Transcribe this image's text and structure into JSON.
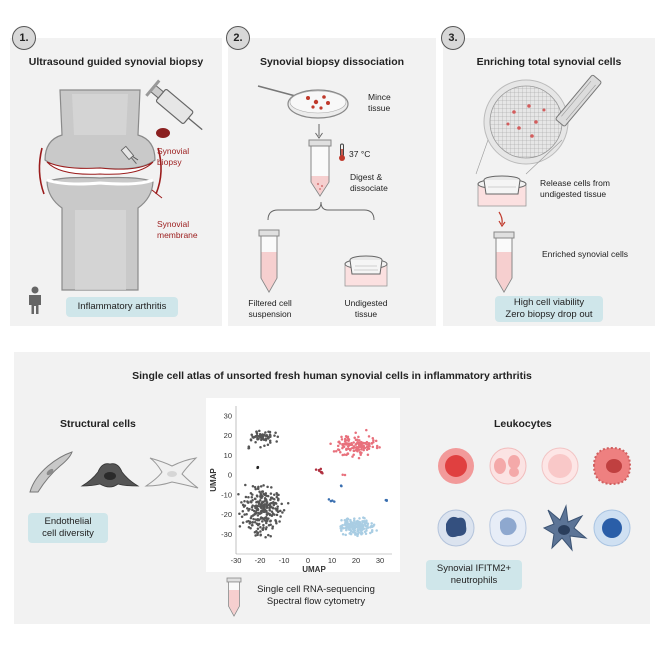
{
  "panel1": {
    "number": "1.",
    "title": "Ultrasound guided synovial biopsy",
    "biopsy_label": [
      "Synovial",
      "biopsy"
    ],
    "membrane_label": [
      "Synovial",
      "membrane"
    ],
    "pill": "Inflammatory arthritis",
    "person_icon": "person-icon"
  },
  "panel2": {
    "number": "2.",
    "title": "Synovial biopsy dissociation",
    "mince_label": [
      "Mince",
      "tissue"
    ],
    "temp_label": "37 °C",
    "digest_label": [
      "Digest &",
      "dissociate"
    ],
    "filtered_label": [
      "Filtered cell",
      "suspension"
    ],
    "undigested_label": [
      "Undigested",
      "tissue"
    ]
  },
  "panel3": {
    "number": "3.",
    "title": "Enriching total synovial cells",
    "release_label": [
      "Release cells from",
      "undigested tissue"
    ],
    "enriched_label": "Enriched synovial cells",
    "pill": [
      "High cell viability",
      "Zero biopsy drop out"
    ]
  },
  "panel4": {
    "title": "Single cell atlas of unsorted fresh human synovial cells in inflammatory arthritis",
    "structural_title": "Structural cells",
    "structural_pill": [
      "Endothelial",
      "cell diversity"
    ],
    "leukocytes_title": "Leukocytes",
    "leukocytes_pill": [
      "Synovial IFITM2+",
      "neutrophils"
    ],
    "methods": [
      "Single cell RNA-sequencing",
      "Spectral flow cytometry"
    ]
  },
  "chart_data": {
    "type": "scatter",
    "xlabel": "UMAP",
    "ylabel": "UMAP",
    "xlim": [
      -30,
      35
    ],
    "ylim": [
      -40,
      35
    ],
    "xticks": [
      -30,
      -20,
      -10,
      0,
      10,
      20,
      30
    ],
    "yticks": [
      30,
      20,
      10,
      0,
      -10,
      -20,
      -30
    ],
    "grid": false,
    "series": [
      {
        "color": "#555555",
        "center": [
          -19,
          19
        ],
        "spread": [
          4,
          3
        ],
        "count": 55
      },
      {
        "color": "#555555",
        "center": [
          -19,
          -18
        ],
        "spread": [
          7,
          10
        ],
        "count": 260
      },
      {
        "color": "#e8707c",
        "center": [
          20,
          15
        ],
        "spread": [
          7,
          5
        ],
        "count": 140
      },
      {
        "color": "#a9cde3",
        "center": [
          20,
          -26
        ],
        "spread": [
          6,
          4
        ],
        "count": 170
      },
      {
        "color": "#b03040",
        "center": [
          5,
          2
        ],
        "spread": [
          1.2,
          1.2
        ],
        "count": 8
      },
      {
        "color": "#3a6fb0",
        "center": [
          10,
          -13
        ],
        "spread": [
          1,
          1
        ],
        "count": 4
      },
      {
        "color": "#3a6fb0",
        "center": [
          33,
          -13
        ],
        "spread": [
          0.6,
          0.6
        ],
        "count": 3
      },
      {
        "color": "#222222",
        "center": [
          -21,
          4
        ],
        "spread": [
          0.6,
          0.6
        ],
        "count": 3
      },
      {
        "color": "#555555",
        "center": [
          -25,
          14
        ],
        "spread": [
          0.6,
          0.6
        ],
        "count": 3
      },
      {
        "color": "#e8707c",
        "center": [
          15,
          0
        ],
        "spread": [
          0.6,
          0.6
        ],
        "count": 2
      },
      {
        "color": "#3a6fb0",
        "center": [
          14,
          -6
        ],
        "spread": [
          0.6,
          0.6
        ],
        "count": 2
      }
    ]
  },
  "colors": {
    "panel_bg": "#f2f2f2",
    "pill_bg": "#cfe6ea",
    "accent_red": "#9b1c1c",
    "tube_pink": "#f6cfcf"
  }
}
